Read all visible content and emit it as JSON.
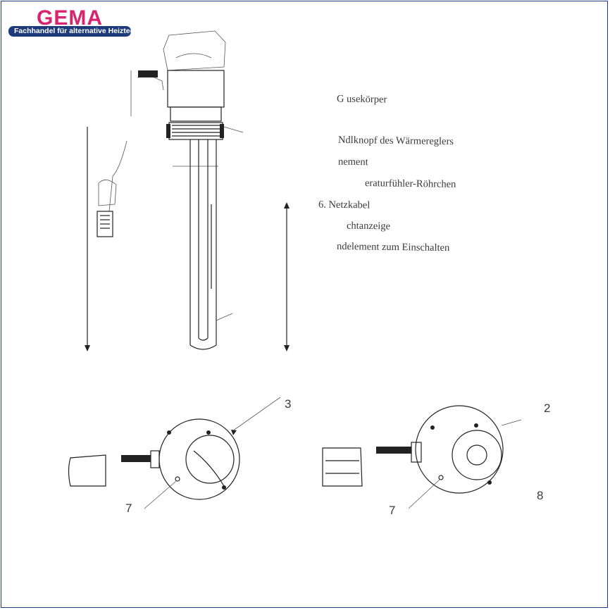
{
  "logo": {
    "brand": "GEMA",
    "tagline": "Fachhandel für alternative Heiztechnik"
  },
  "legend": [
    {
      "text": "G   usekörper"
    },
    {
      "text": "Ndlknopf des Wärmereglers"
    },
    {
      "text": "   nement"
    },
    {
      "text": "eraturfühler-Röhrchen"
    },
    {
      "text": "6. Netzkabel"
    },
    {
      "text": "chtanzeige"
    },
    {
      "text": "ndelement zum Einschalten"
    }
  ],
  "callouts": {
    "left_view_top": "3",
    "left_view_bottom": "7",
    "right_view_top": "2",
    "right_view_bottom": "7",
    "right_view_side": "8"
  }
}
